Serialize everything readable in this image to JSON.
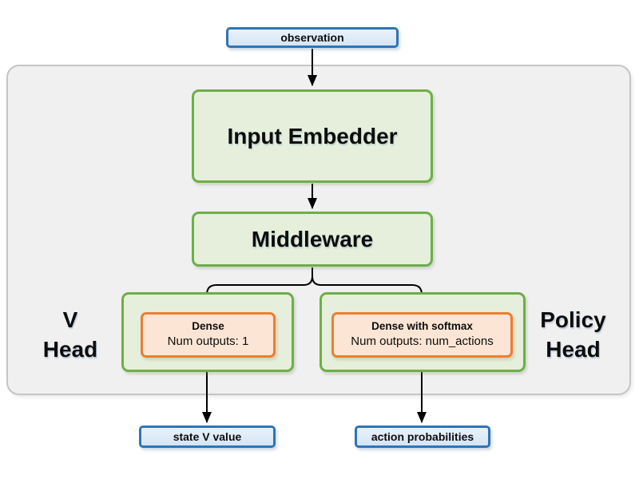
{
  "nodes": {
    "observation": "observation",
    "input_embedder": "Input Embedder",
    "middleware": "Middleware"
  },
  "v_head": {
    "label_line1": "V",
    "label_line2": "Head",
    "dense_title": "Dense",
    "dense_outputs": "Num outputs: 1",
    "output": "state V value"
  },
  "policy_head": {
    "label_line1": "Policy",
    "label_line2": "Head",
    "dense_title": "Dense with softmax",
    "dense_outputs": "Num outputs: num_actions",
    "output": "action probabilities"
  },
  "colors": {
    "blue_border": "#2e75b6",
    "blue_fill": "#d9e7f5",
    "green_border": "#6fae47",
    "green_fill": "#e5efdb",
    "orange_border": "#ed7d31",
    "orange_fill": "#fce5d5",
    "container_fill": "#f0f0f0",
    "container_border": "#c5c5c5",
    "arrow": "#000000"
  }
}
